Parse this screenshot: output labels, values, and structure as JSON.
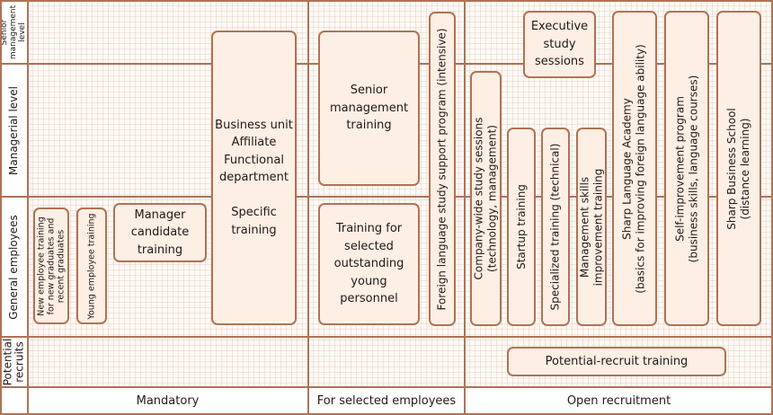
{
  "rows": {
    "senior": "Senior\nmanagement\nlevel",
    "managerial": "Managerial level",
    "general": "General employees",
    "potential": "Potential\nrecruits"
  },
  "columns": {
    "mandatory": "Mandatory",
    "selected": "For selected employees",
    "open": "Open recruitment"
  },
  "boxes": {
    "new_employee": "New employee training\nfor new graduates and\nrecent graduates",
    "young_employee": "Young employee training",
    "manager_candidate": "Manager\ncandidate\ntraining",
    "business_unit": "Business unit\nAffiliate\nFunctional\ndepartment\n\nSpecific\ntraining",
    "senior_management": "Senior\nmanagement\ntraining",
    "outstanding_young": "Training for\nselected\noutstanding\nyoung\npersonnel",
    "foreign_language": "Foreign language study support program (intensive)",
    "executive_study": "Executive\nstudy\nsessions",
    "company_wide": "Company-wide study sessions\n(technology, management)",
    "startup": "Startup training",
    "specialized": "Specialized training (technical)",
    "management_skills": "Management skills\nimprovement training",
    "language_academy": "Sharp Language Academy\n(basics for improving foreign language ability)",
    "self_improvement": "Self-improvement program\n(business skills, language courses)",
    "business_school": "Sharp Business School\n(distance learning)",
    "potential_recruit": "Potential-recruit training"
  },
  "colors": {
    "border": "#b07255",
    "box_fill": "#fdefe4",
    "grid_bg": "#fdf9f5",
    "text": "#231815"
  }
}
